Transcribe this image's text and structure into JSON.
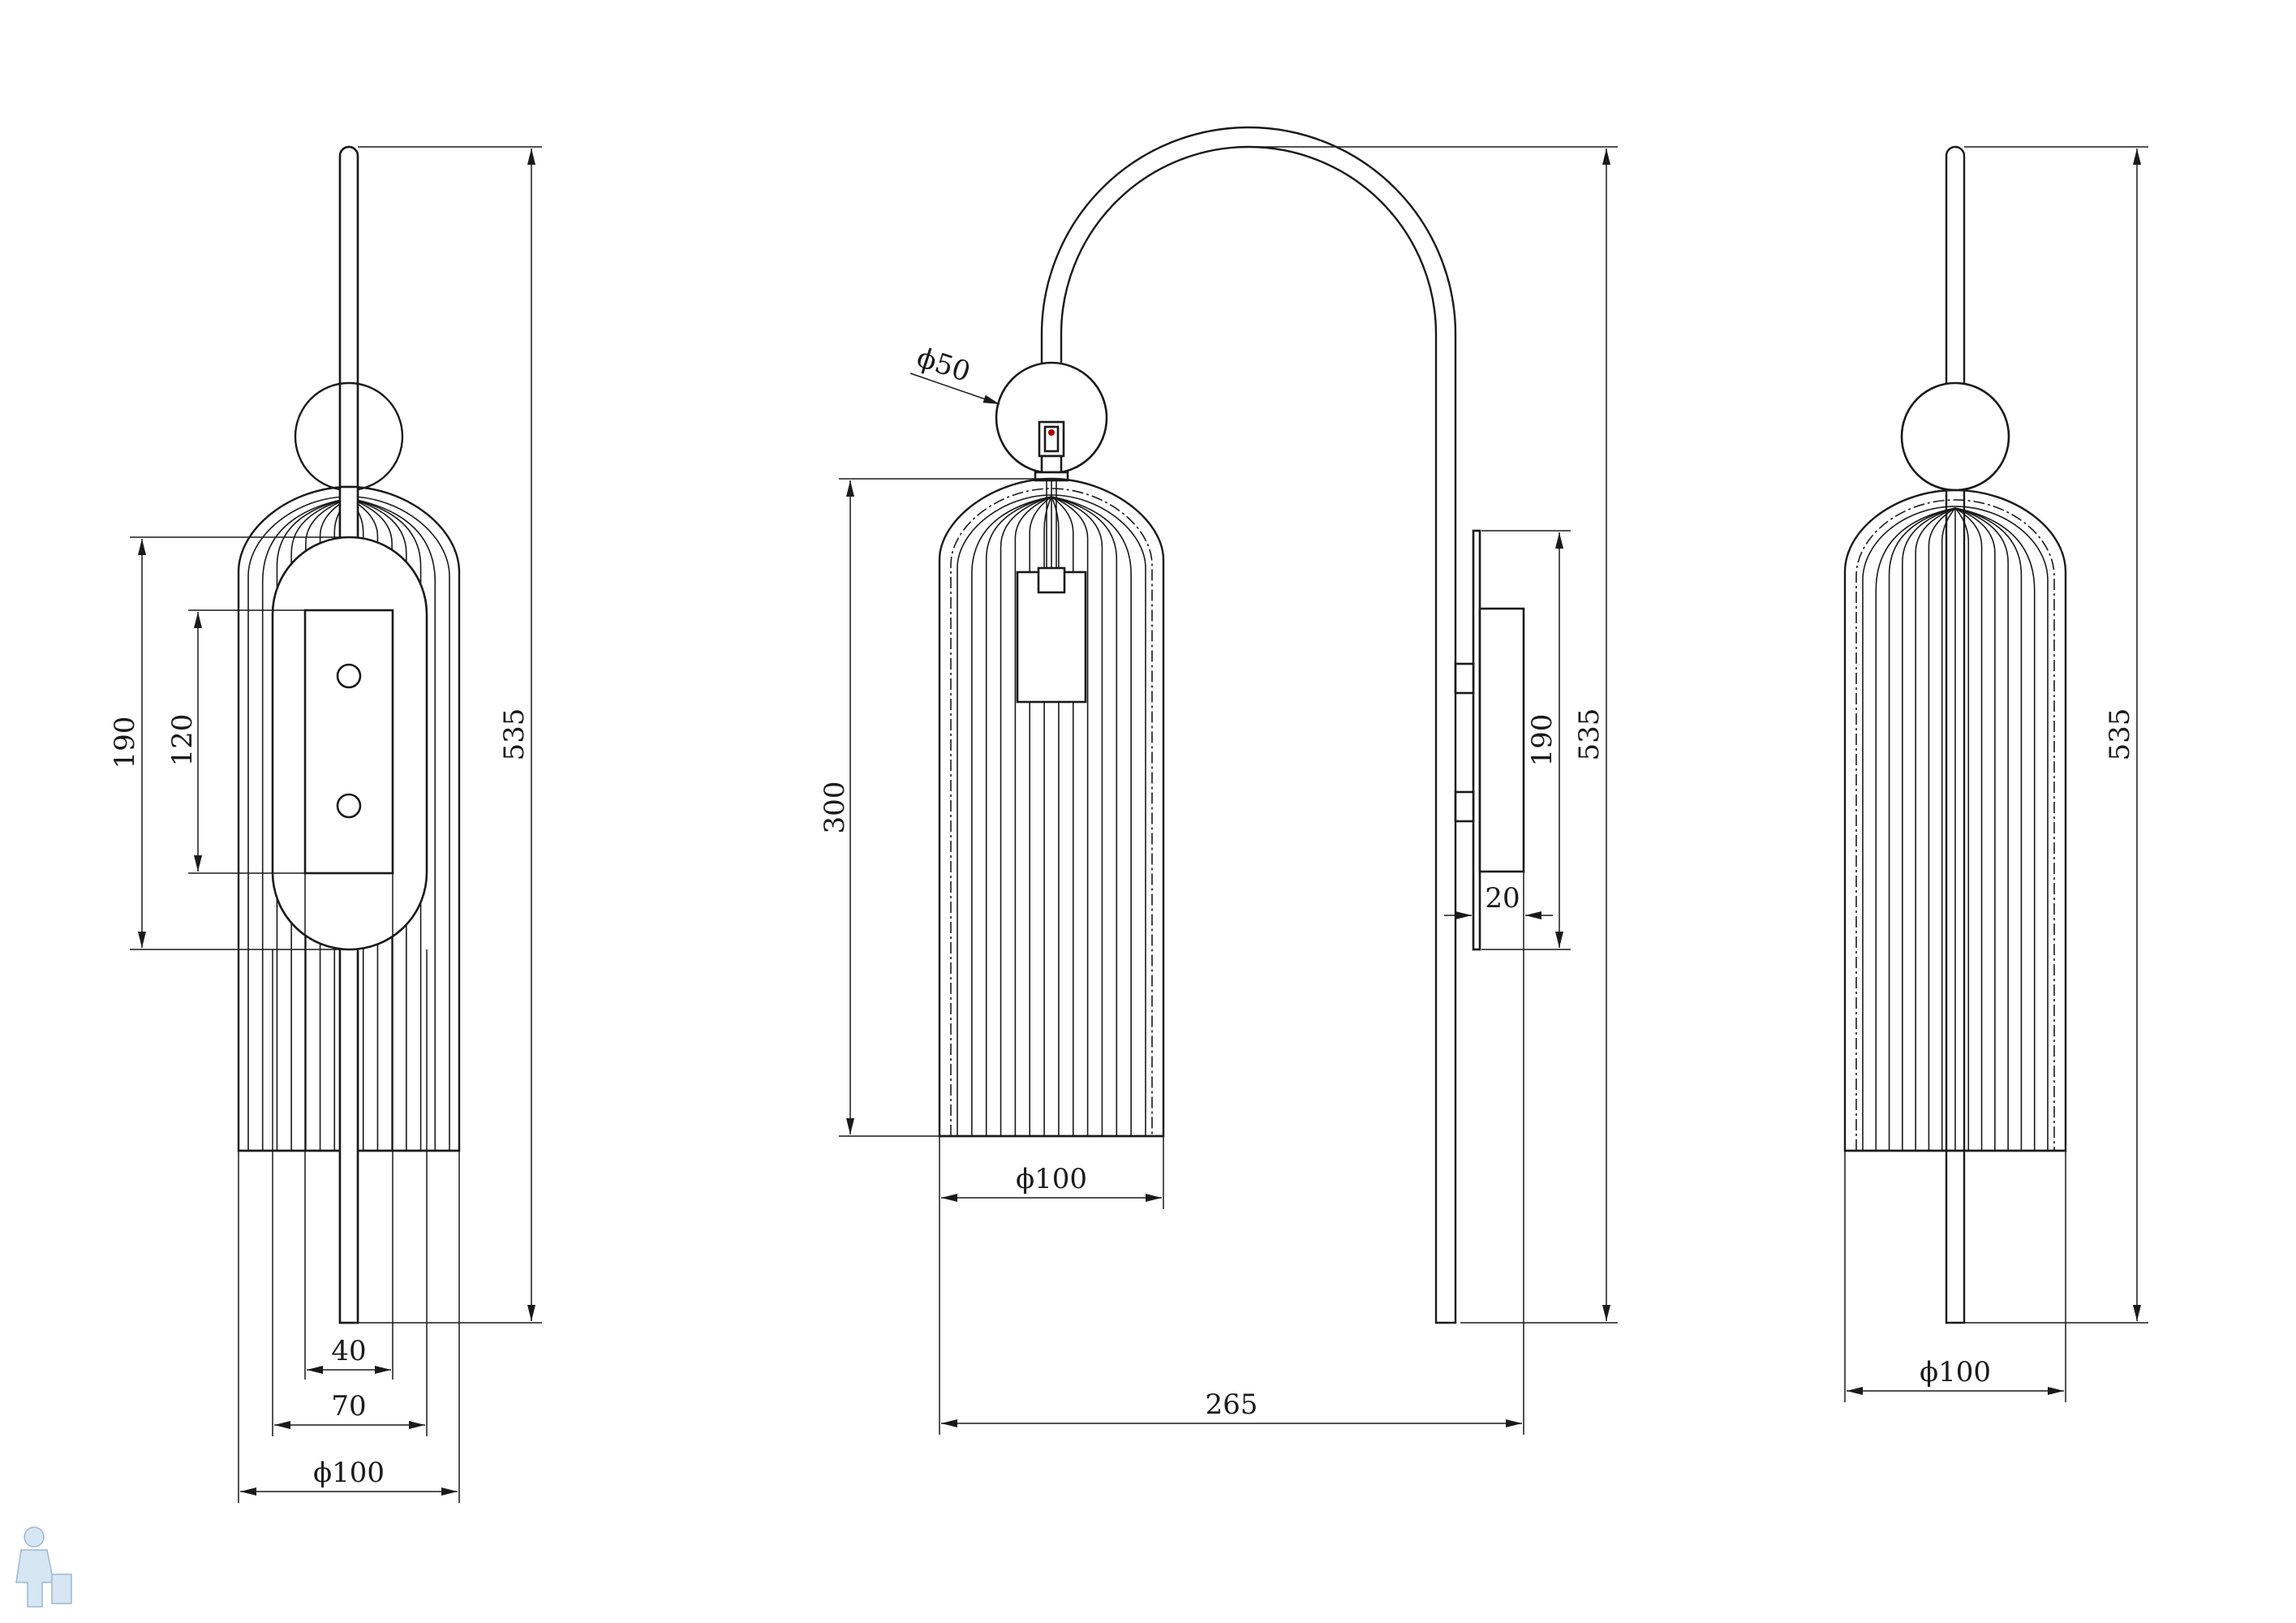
{
  "drawing": {
    "title": "",
    "views": [
      {
        "id": "front",
        "dimensions": {
          "overall_height": "535",
          "plate_height": "190",
          "hole_spacing": "120",
          "width_40": "40",
          "width_70": "70",
          "diameter": "ϕ100"
        }
      },
      {
        "id": "side",
        "dimensions": {
          "ball_diameter": "ϕ50",
          "shade_height": "300",
          "shade_diameter": "ϕ100",
          "overall_depth": "265",
          "overall_height": "535",
          "plate_height": "190",
          "plate_thickness": "20"
        }
      },
      {
        "id": "back",
        "dimensions": {
          "overall_height": "535",
          "diameter": "ϕ100"
        }
      }
    ]
  }
}
